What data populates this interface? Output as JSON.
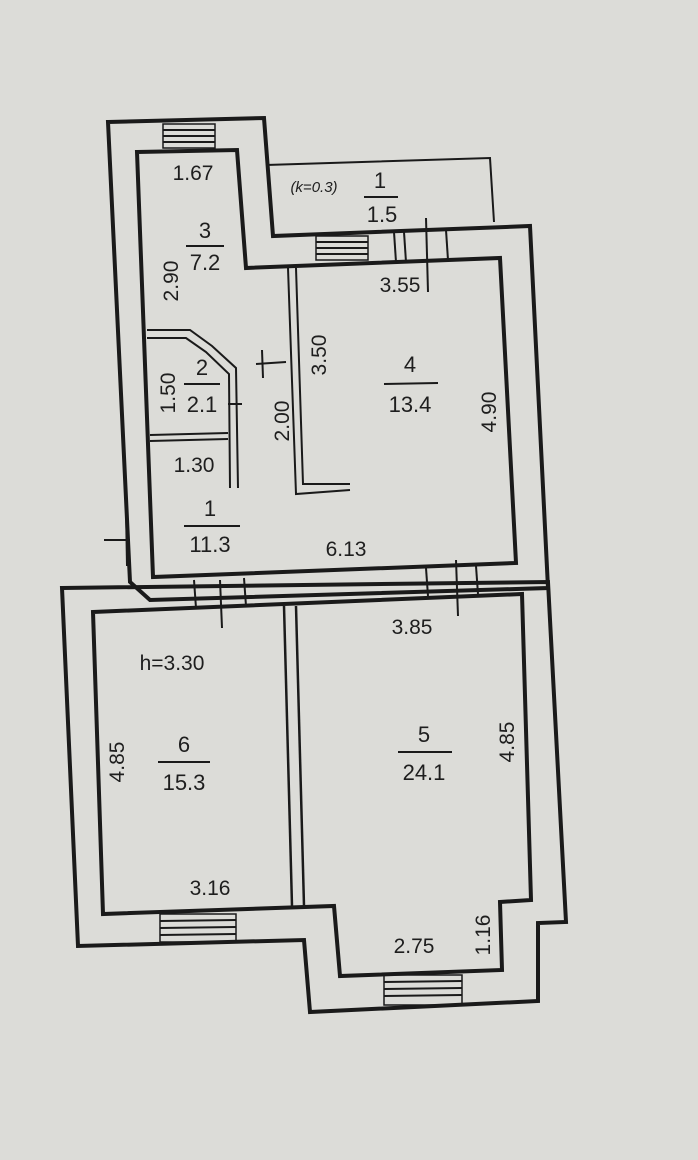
{
  "rooms": [
    {
      "number": "1",
      "area": "11.3"
    },
    {
      "number": "2",
      "area": "2.1"
    },
    {
      "number": "3",
      "area": "7.2"
    },
    {
      "number": "4",
      "area": "13.4"
    },
    {
      "number": "5",
      "area": "24.1"
    },
    {
      "number": "6",
      "area": "15.3"
    }
  ],
  "balcony": {
    "number": "1",
    "area": "1.5",
    "coefficient": "(k=0.3)"
  },
  "dimensions": {
    "d_1_67": "1.67",
    "d_2_90": "2.90",
    "d_3_55": "3.55",
    "d_3_50": "3.50",
    "d_4_90": "4.90",
    "d_1_50": "1.50",
    "d_2_00": "2.00",
    "d_1_30": "1.30",
    "d_6_13": "6.13",
    "d_3_85": "3.85",
    "d_4_85_left": "4.85",
    "d_4_85_right": "4.85",
    "d_3_16": "3.16",
    "d_2_75": "2.75",
    "d_1_16": "1.16"
  },
  "ceiling_height": "h=3.30"
}
